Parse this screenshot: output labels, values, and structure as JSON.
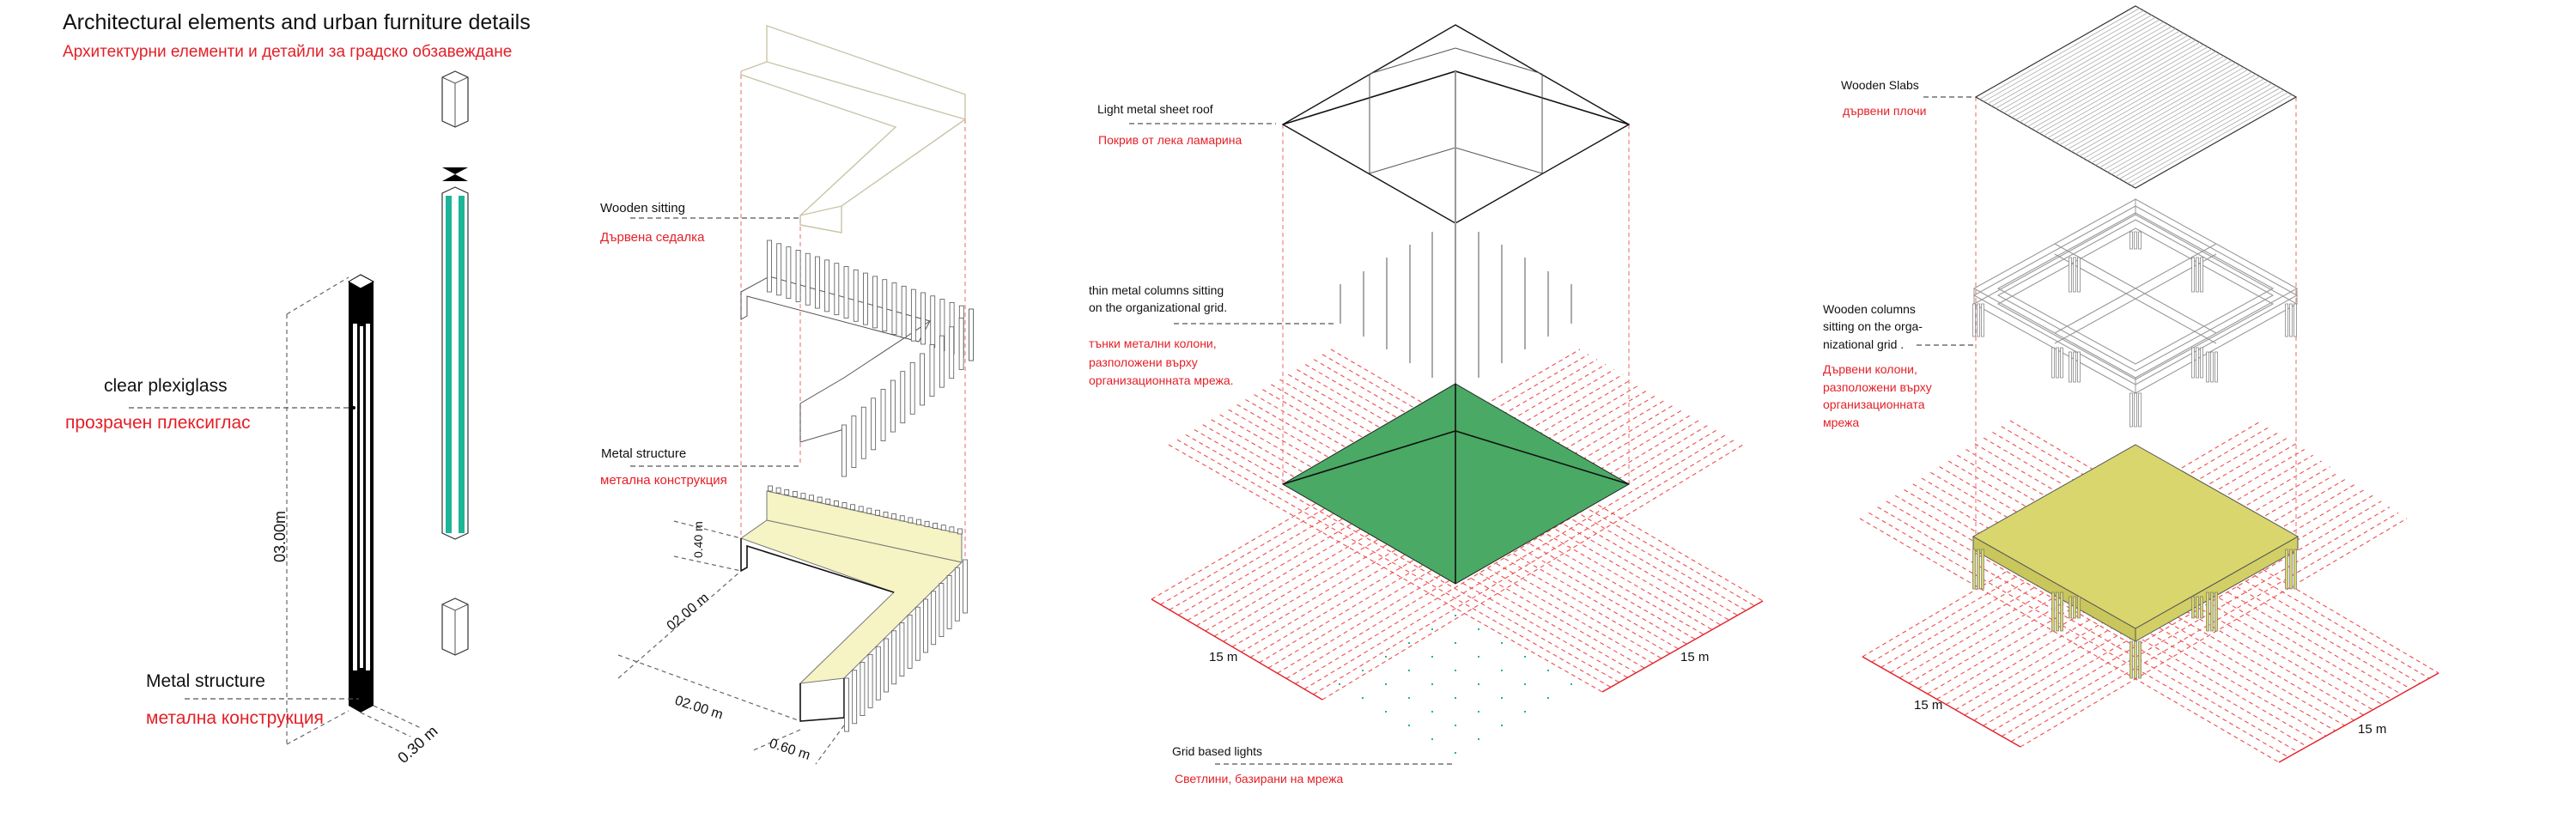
{
  "title": "Architectural elements and urban furniture details",
  "subtitle": "Архитектурни елементи и детайли за градско обзавеждане",
  "lamp_post": {
    "label_glass_en": "clear plexiglass",
    "label_glass_bg": "прозрачен плексиглас",
    "label_metal_en": "Metal structure",
    "label_metal_bg": "метална конструкция",
    "dim_height": "03.00m",
    "dim_width": "0.30 m"
  },
  "bench": {
    "label_seat_en": "Wooden sitting",
    "label_seat_bg": "Дървена седалка",
    "label_metal_en": "Metal structure",
    "label_metal_bg": "метална конструкция",
    "dim_height": "0.40 m",
    "dim_length_a": "02.00 m",
    "dim_length_b": "02.00 m",
    "dim_depth": "0.60 m"
  },
  "pavilion": {
    "label_roof_en": "Light metal sheet roof",
    "label_roof_bg": "Покрив от лека ламарина",
    "label_columns_en": [
      "thin metal columns sitting",
      "on the organizational grid."
    ],
    "label_columns_bg": [
      "тънки метални колони,",
      "разположени върху",
      "организационната мрежа."
    ],
    "label_lights_en": "Grid based lights",
    "label_lights_bg": "Светлини, базирани на мрежа",
    "dim_a": "15 m",
    "dim_b": "15 m"
  },
  "platform": {
    "label_slabs_en": "Wooden Slabs",
    "label_slabs_bg": "дървени плочи",
    "label_columns_en": [
      "Wooden columns",
      "sitting on the orga-",
      "nizational grid ."
    ],
    "label_columns_bg": [
      "Дървени колони,",
      "разположени върху",
      "организационната",
      "мрежа"
    ],
    "dim_a": "15 m",
    "dim_b": "15 m"
  },
  "colors": {
    "accent_red": "#e41e26",
    "roof_green": "#4aa964",
    "glass_teal": "#1db597",
    "seat_yellow": "#f6f3c4",
    "platform_yellow": "#d9d66e"
  }
}
